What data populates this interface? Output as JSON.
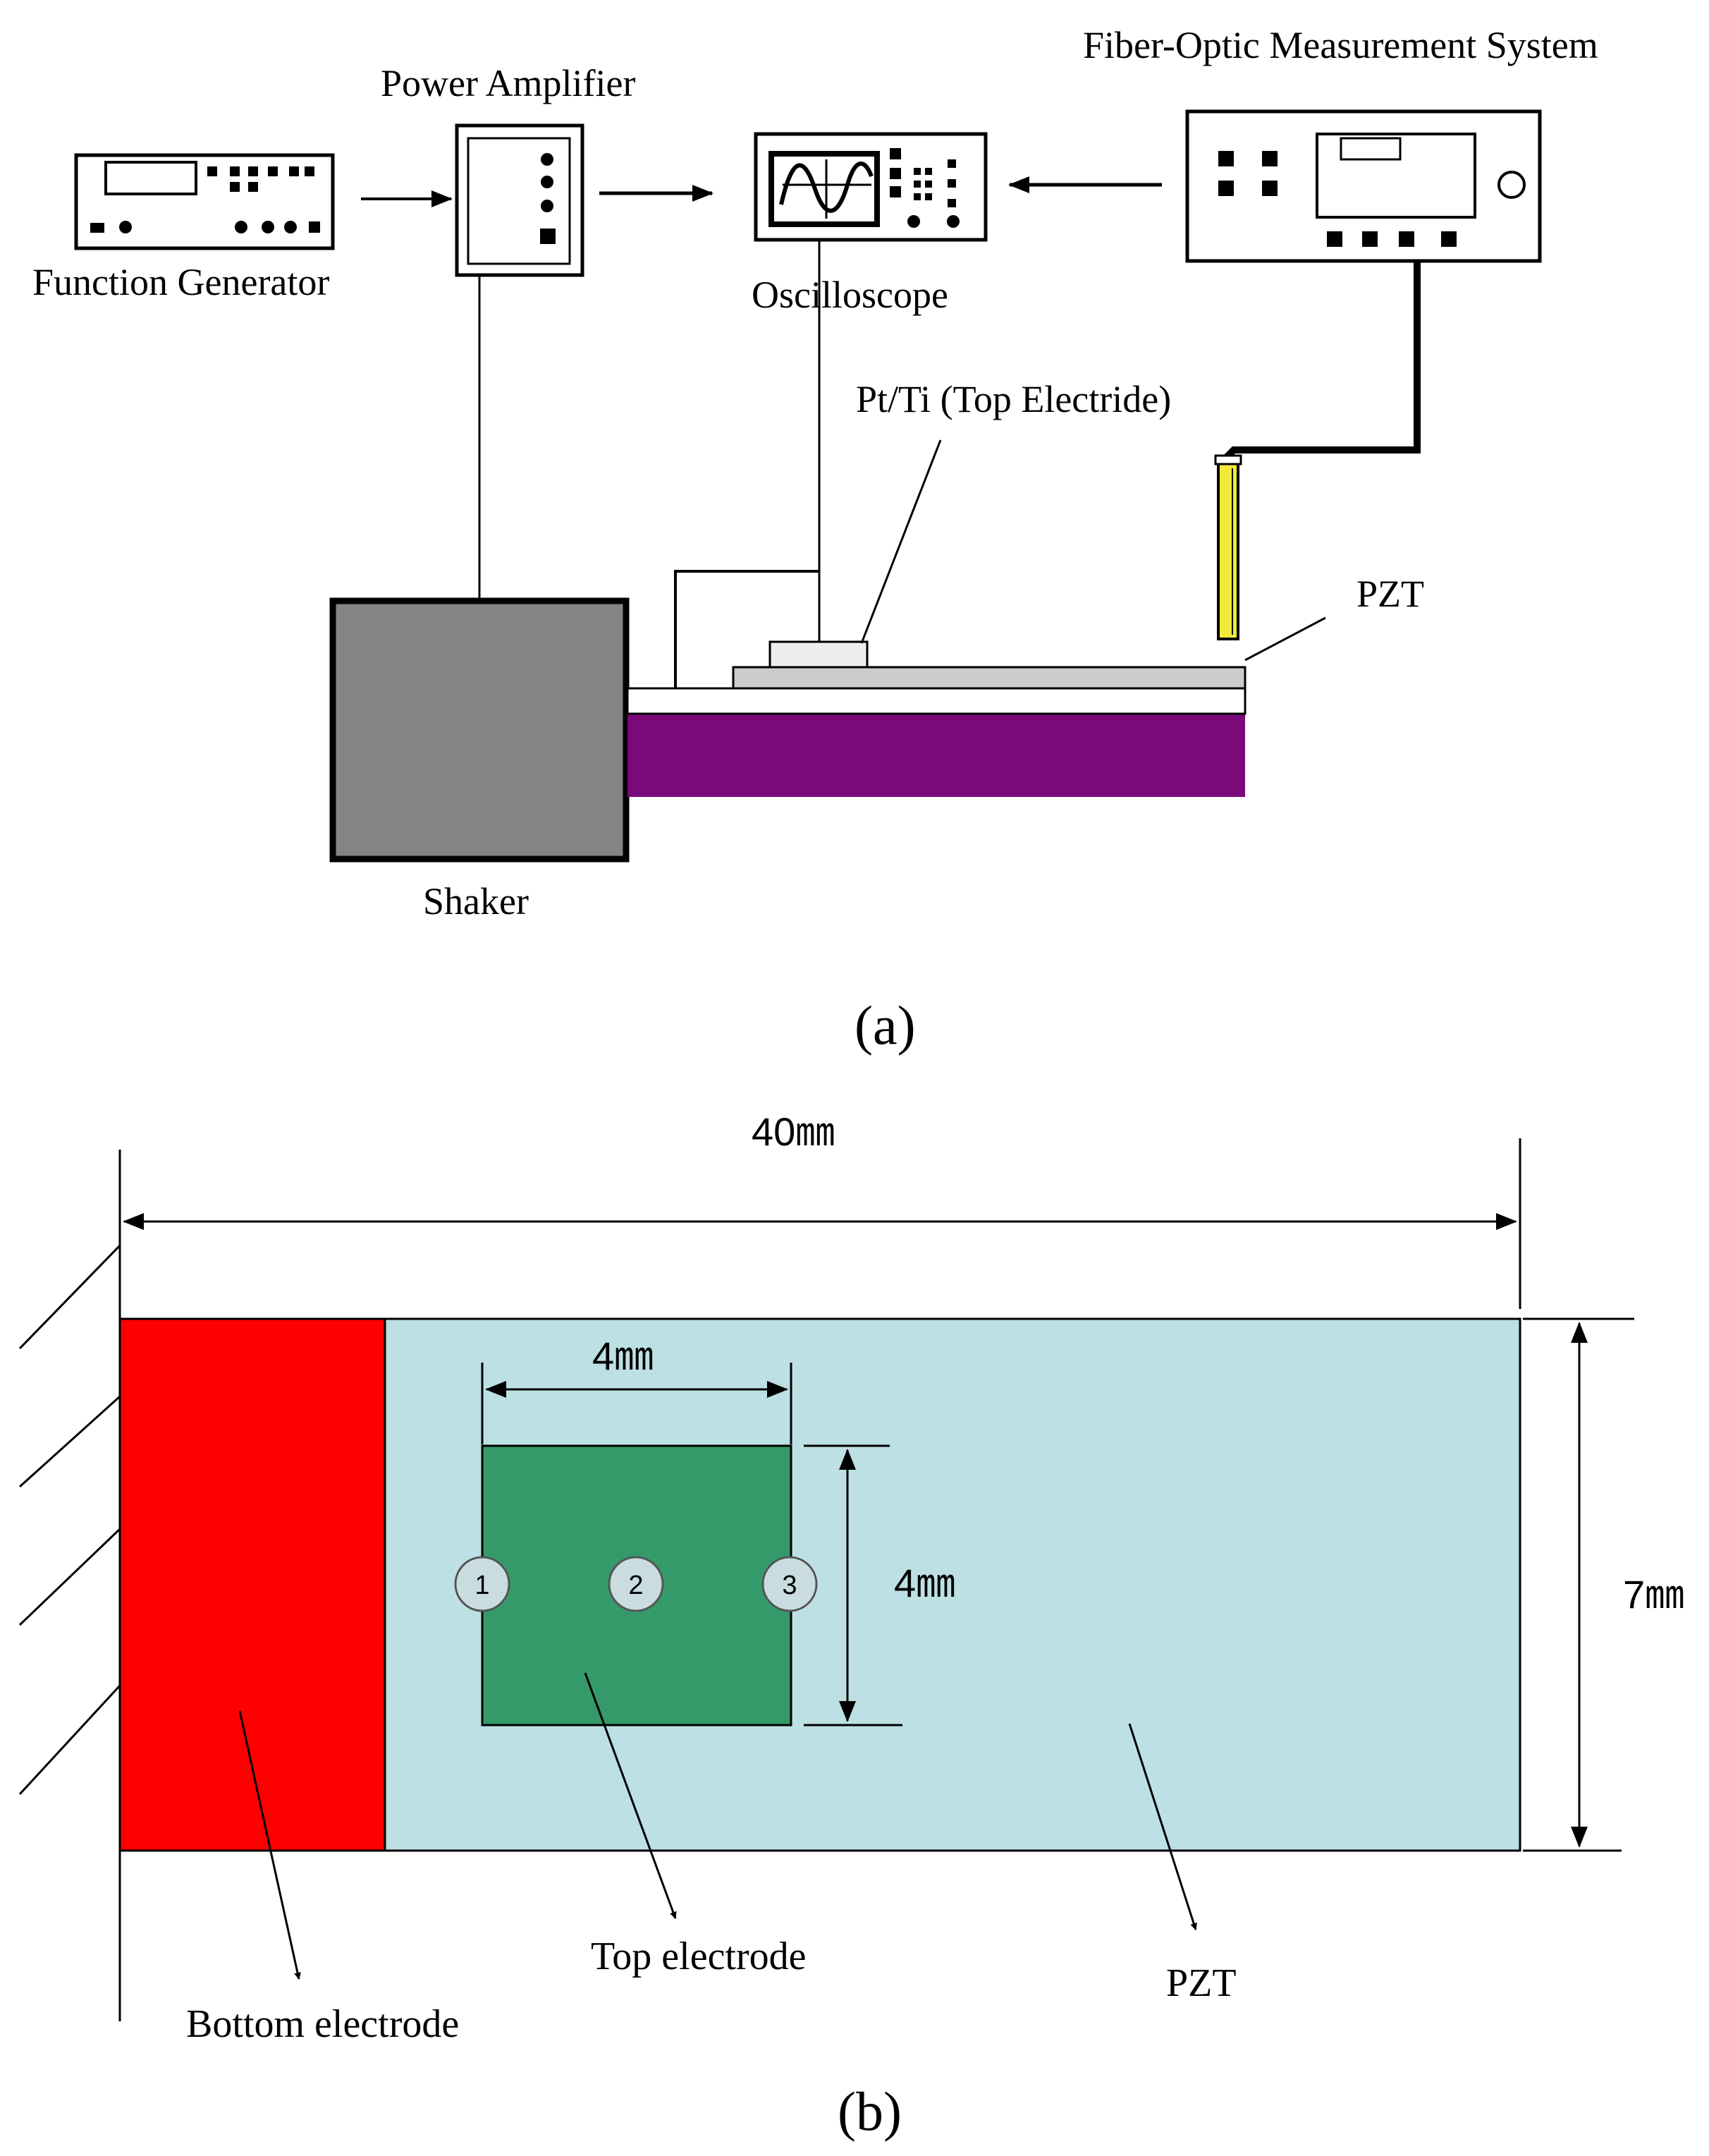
{
  "panel_a": {
    "caption": "(a)",
    "labels": {
      "function_generator": "Function Generator",
      "power_amplifier": "Power Amplifier",
      "oscilloscope": "Oscilloscope",
      "fiber_optic": "Fiber-Optic Measurement System",
      "top_electrode": "Pt/Ti (Top Electride)",
      "pzt": "PZT",
      "shaker": "Shaker"
    },
    "colors": {
      "shaker": "#858385",
      "substrate": "#7a0a7a",
      "probe": "#f2ea3a"
    }
  },
  "panel_b": {
    "caption": "(b)",
    "dimensions": {
      "length": "40㎜",
      "electrode_width": "4㎜",
      "electrode_height": "4㎜",
      "beam_width": "7㎜"
    },
    "points": [
      "1",
      "2",
      "3"
    ],
    "labels": {
      "bottom_electrode": "Bottom electrode",
      "top_electrode": "Top electrode",
      "pzt": "PZT"
    },
    "colors": {
      "bottom_electrode": "#ff0000",
      "pzt": "#bde0e4",
      "top_electrode": "#349a6a",
      "point": "#c9dde0"
    }
  }
}
